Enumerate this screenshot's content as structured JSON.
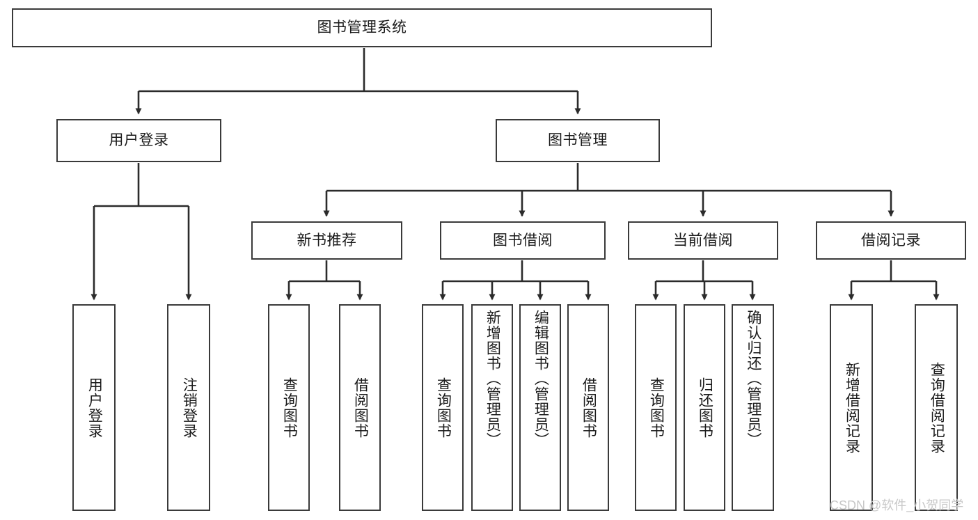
{
  "diagram": {
    "title": "图书管理系统",
    "type": "tree-hierarchy-diagram",
    "colors": {
      "box_border": "#3a3a3a",
      "box_fill": "#ffffff",
      "line": "#2b2b2b",
      "text": "#1b1b1b",
      "background": "#ffffff",
      "watermark": "#c8c8c8"
    },
    "root": {
      "label": "图书管理系统"
    },
    "level1": [
      {
        "label": "用户登录"
      },
      {
        "label": "图书管理"
      }
    ],
    "level2": [
      {
        "label": "新书推荐"
      },
      {
        "label": "图书借阅"
      },
      {
        "label": "当前借阅"
      },
      {
        "label": "借阅记录"
      }
    ],
    "leaves": {
      "user_login": [
        {
          "label": "用户登录"
        },
        {
          "label": "注销登录"
        }
      ],
      "new_book_recommend": [
        {
          "label": "查询图书"
        },
        {
          "label": "借阅图书"
        }
      ],
      "book_borrow": [
        {
          "label": "查询图书"
        },
        {
          "label": "新增图书（管理员）"
        },
        {
          "label": "编辑图书（管理员）"
        },
        {
          "label": "借阅图书"
        }
      ],
      "current_borrow": [
        {
          "label": "查询图书"
        },
        {
          "label": "归还图书"
        },
        {
          "label": "确认归还（管理员）"
        }
      ],
      "borrow_record": [
        {
          "label": "新增借阅记录"
        },
        {
          "label": "查询借阅记录"
        }
      ]
    },
    "watermark": "CSDN @软件_小贺同学"
  }
}
